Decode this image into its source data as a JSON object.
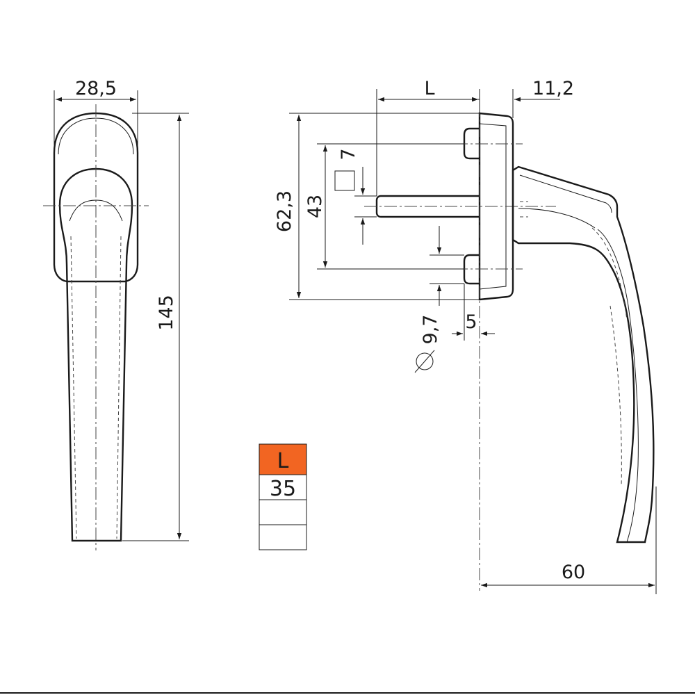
{
  "dimensions": {
    "rose_width": "28,5",
    "total_height": "145",
    "spindle_length": "L",
    "rose_depth": "11,2",
    "rose_height": "62,3",
    "screw_spacing": "43",
    "spindle_square": "7",
    "screw_diameter": "9,7",
    "screw_offset": "5",
    "lever_projection": "60"
  },
  "table": {
    "header": "L",
    "rows": [
      "35",
      "",
      ""
    ],
    "header_color": "#f26522"
  }
}
